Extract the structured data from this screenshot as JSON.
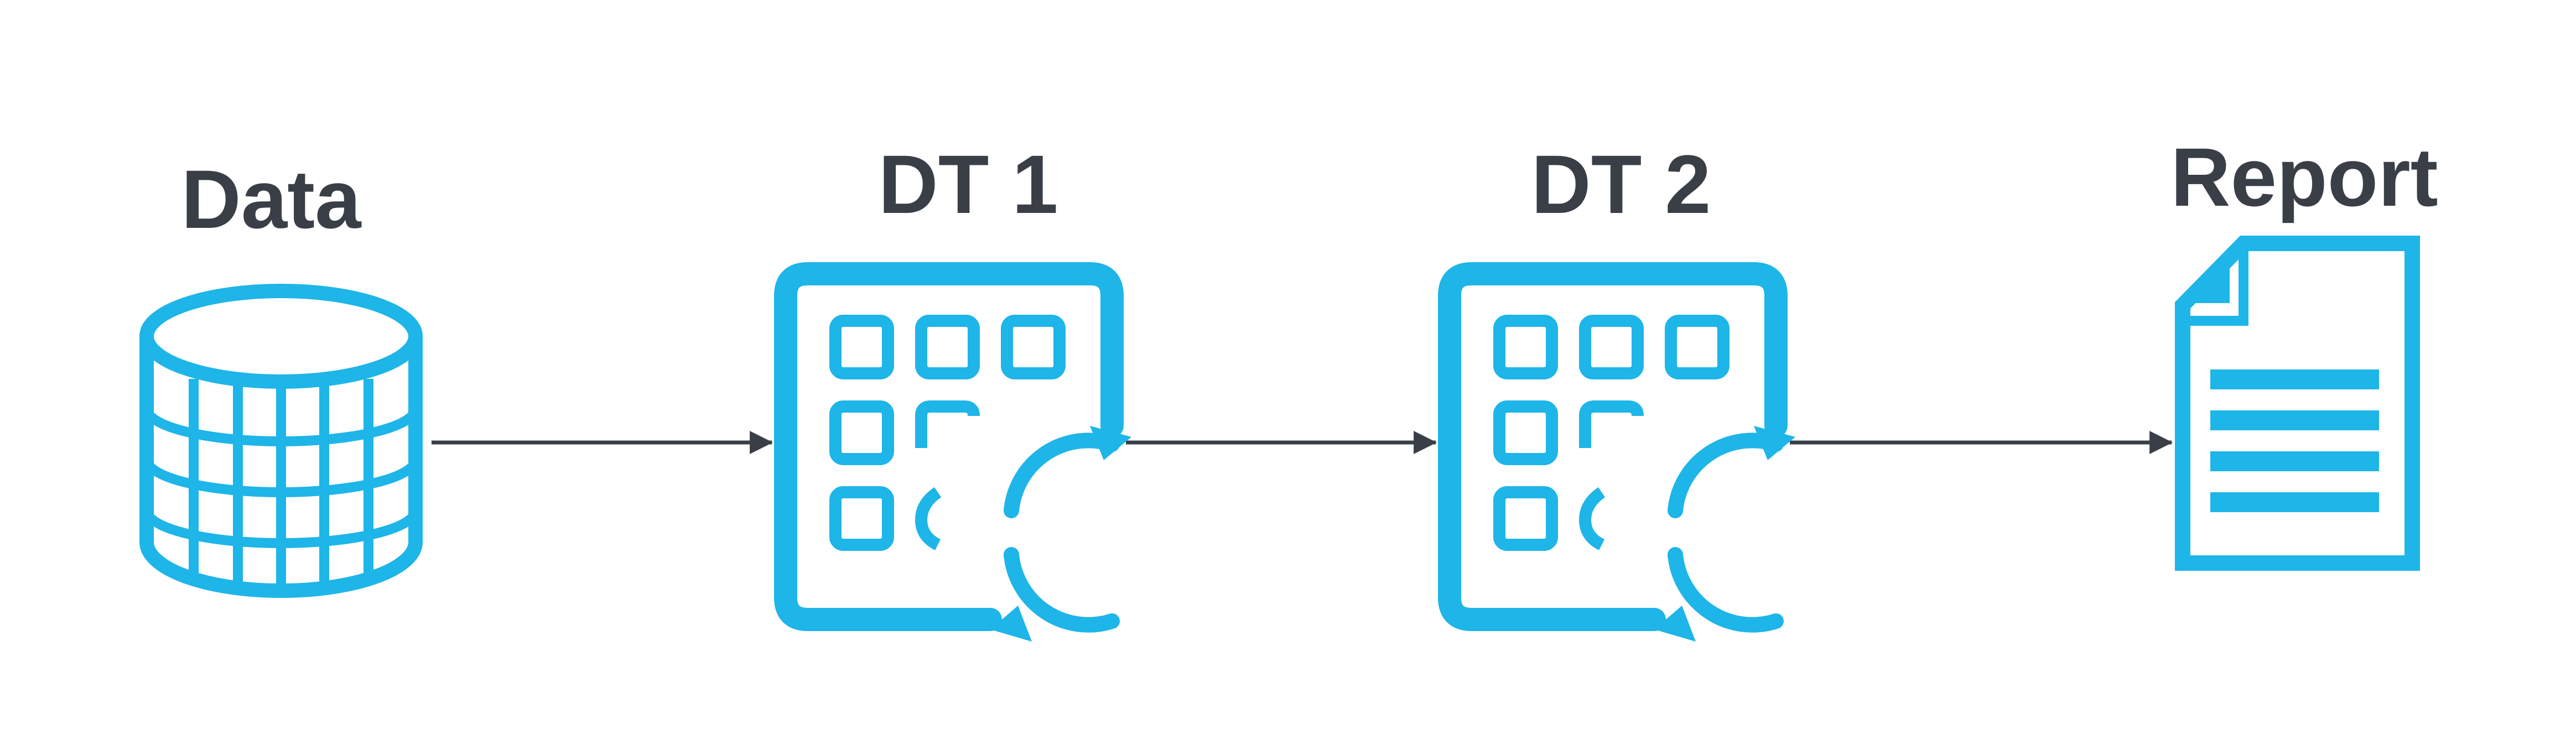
{
  "colors": {
    "accent": "#1EB5E8",
    "text": "#3A3F47",
    "connector": "#3A3F47",
    "background": "#FFFFFF"
  },
  "nodes": [
    {
      "id": "data",
      "label": "Data",
      "icon": "database-icon"
    },
    {
      "id": "dt1",
      "label": "DT 1",
      "icon": "dynamic-table-refresh-icon"
    },
    {
      "id": "dt2",
      "label": "DT 2",
      "icon": "dynamic-table-refresh-icon"
    },
    {
      "id": "report",
      "label": "Report",
      "icon": "document-icon"
    }
  ],
  "edges": [
    {
      "from": "data",
      "to": "dt1"
    },
    {
      "from": "dt1",
      "to": "dt2"
    },
    {
      "from": "dt2",
      "to": "report"
    }
  ]
}
